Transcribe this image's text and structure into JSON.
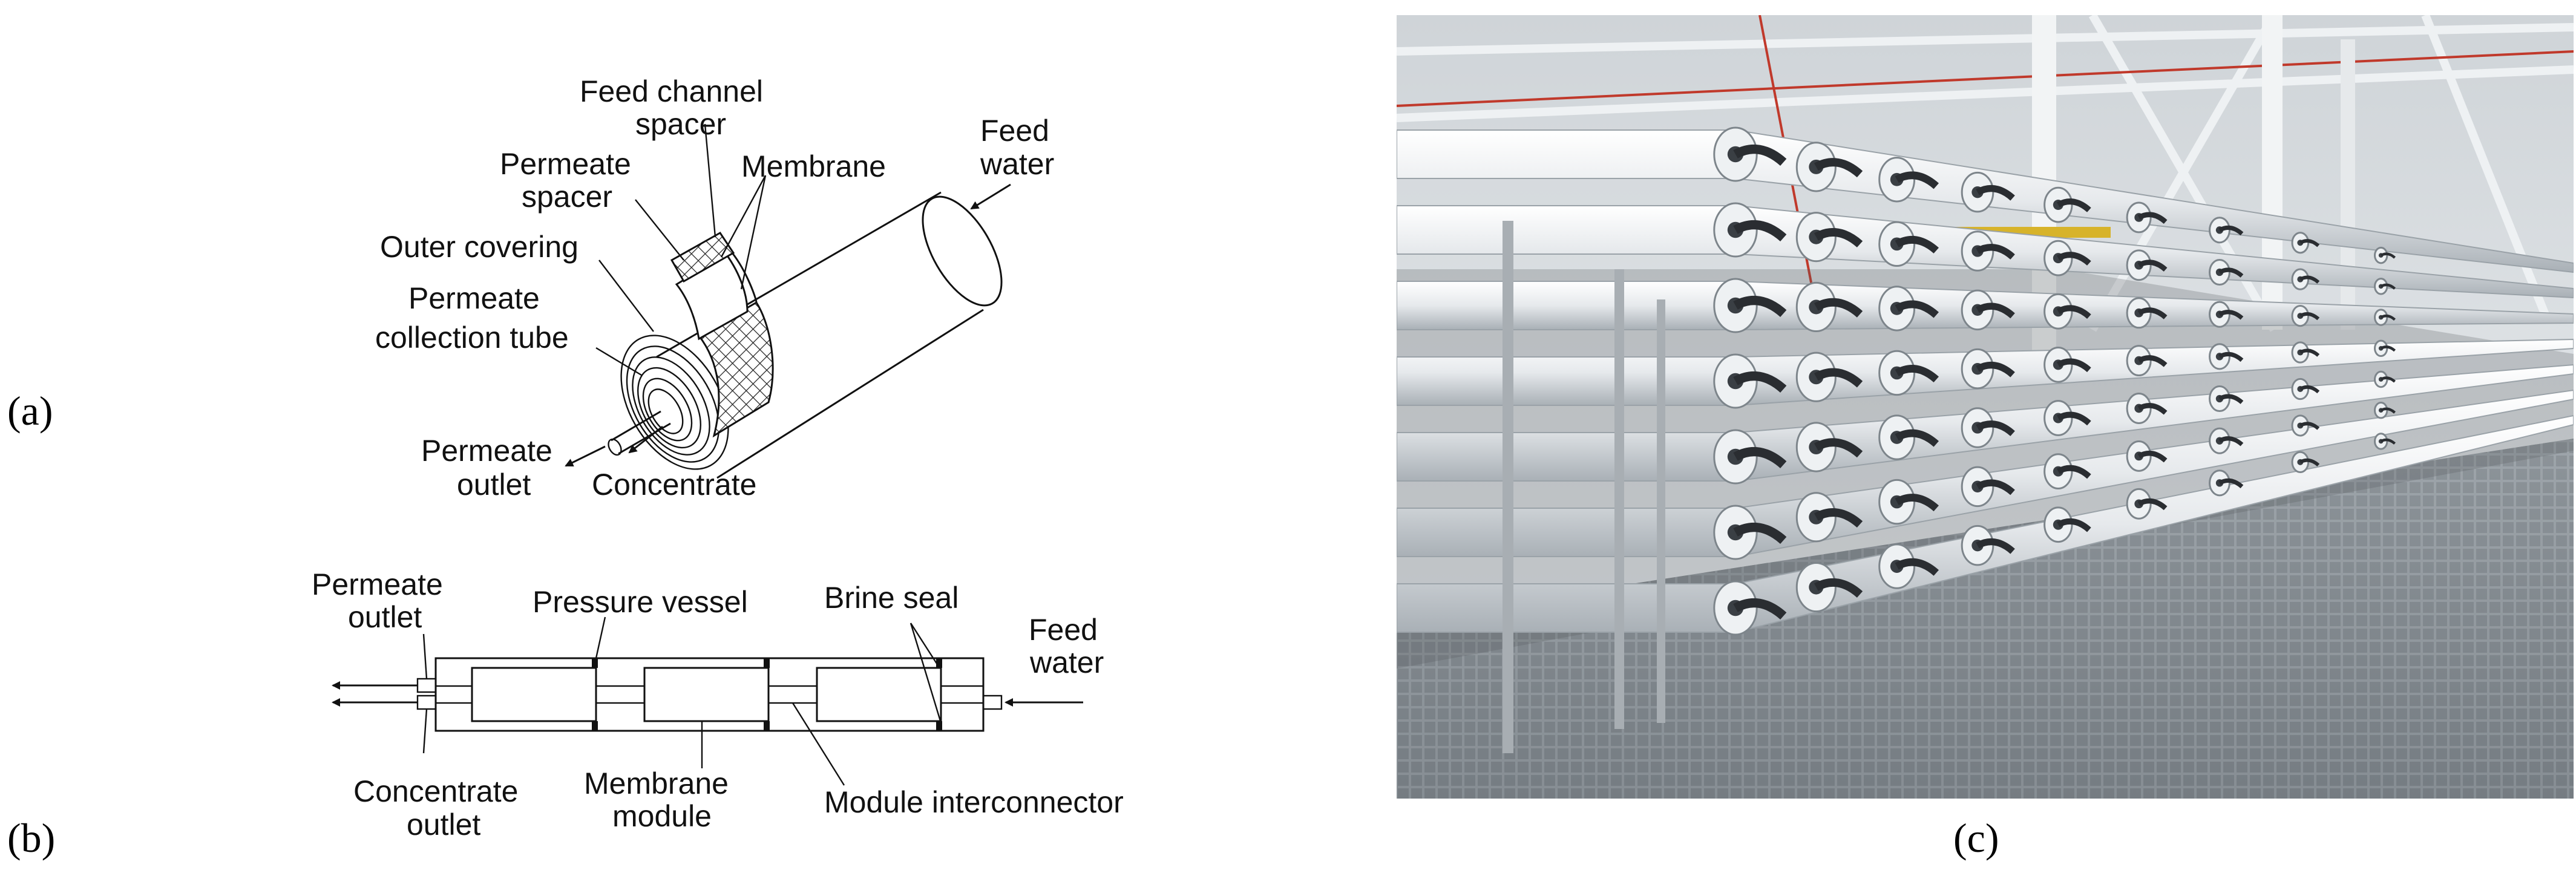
{
  "panels": {
    "a": {
      "letter": "(a)",
      "labels": {
        "feed_channel_spacer_1": "Feed channel",
        "feed_channel_spacer_2": "spacer",
        "permeate_spacer_1": "Permeate",
        "permeate_spacer_2": "spacer",
        "membrane": "Membrane",
        "feed_water_1": "Feed",
        "feed_water_2": "water",
        "outer_covering": "Outer covering",
        "permeate_tube_1": "Permeate",
        "permeate_tube_2": "collection tube",
        "permeate_outlet_1": "Permeate",
        "permeate_outlet_2": "outlet",
        "concentrate": "Concentrate"
      }
    },
    "b": {
      "letter": "(b)",
      "labels": {
        "permeate_outlet_1": "Permeate",
        "permeate_outlet_2": "outlet",
        "pressure_vessel": "Pressure vessel",
        "brine_seal": "Brine seal",
        "feed_water_1": "Feed",
        "feed_water_2": "water",
        "concentrate_outlet_1": "Concentrate",
        "concentrate_outlet_2": "outlet",
        "membrane_module_1": "Membrane",
        "membrane_module_2": "module",
        "module_interconnector": "Module interconnector"
      }
    },
    "c": {
      "letter": "(c)"
    }
  },
  "colors": {
    "line": "#111111",
    "pipe_white": "#e9ecee",
    "pipe_shadow": "#b9c0c6",
    "hose": "#2a2d31",
    "steel": "#c9cdd1",
    "floor": "#8f969c",
    "ceiling": "#dfe3e6",
    "accent_red": "#c0392b",
    "accent_yellow": "#d7b32a"
  }
}
